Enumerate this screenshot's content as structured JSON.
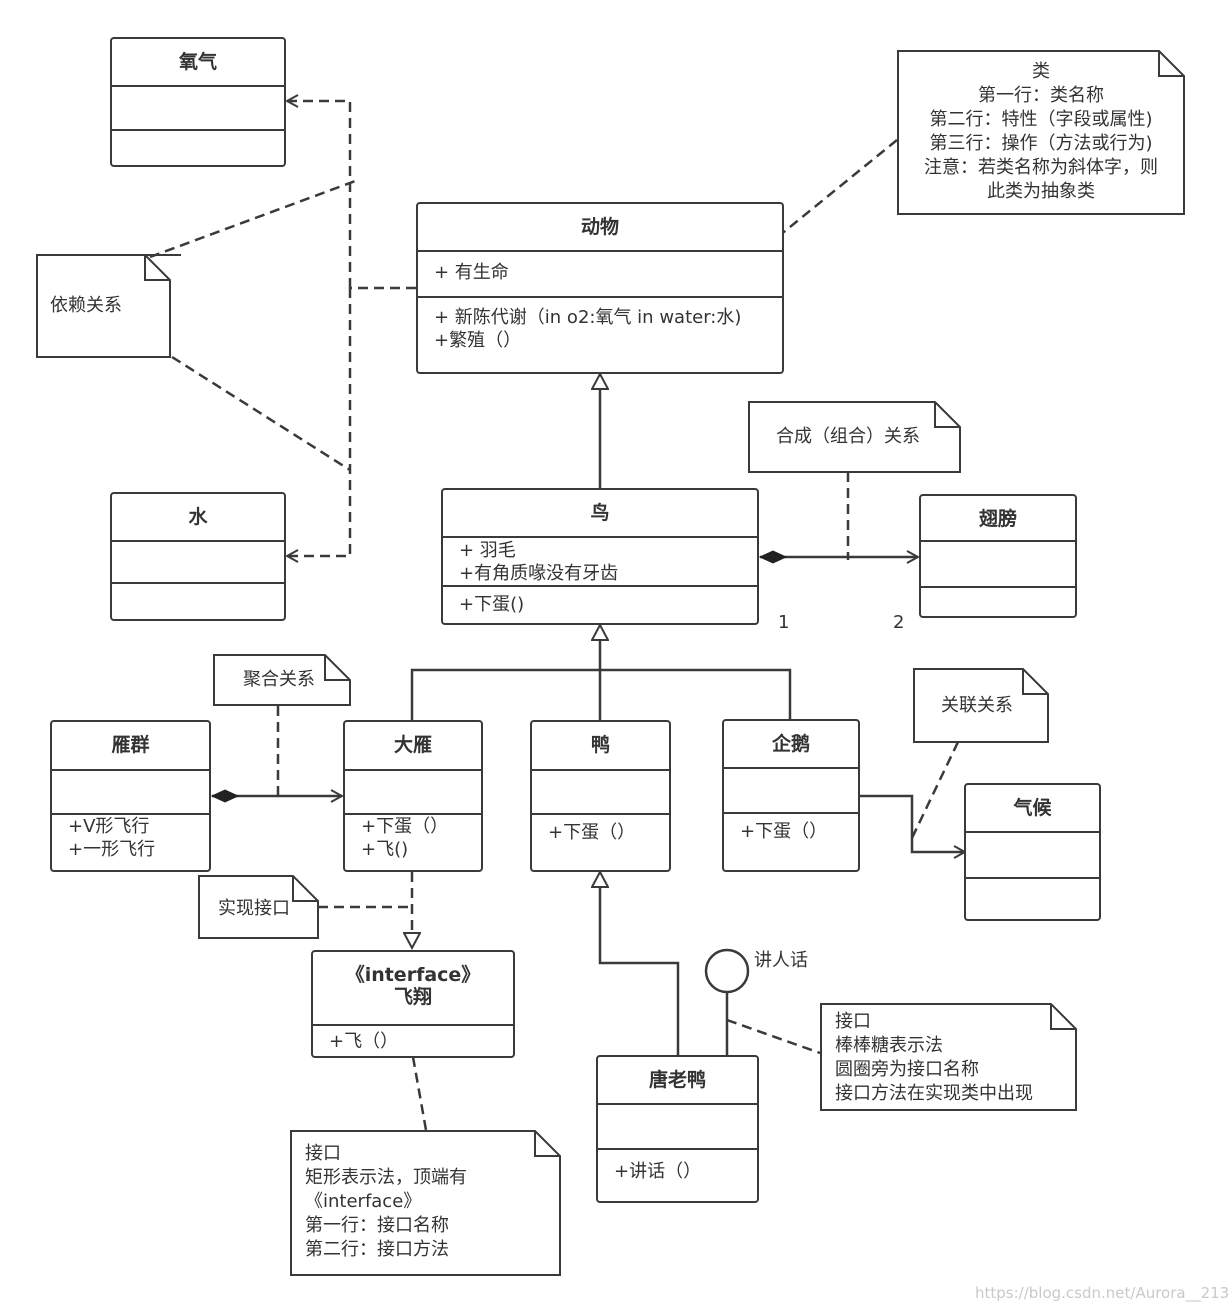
{
  "classes": {
    "oxygen": {
      "name": "氧气"
    },
    "water": {
      "name": "水"
    },
    "animal": {
      "name": "动物",
      "attributes": [
        "+ 有生命"
      ],
      "operations": [
        "+ 新陈代谢（in o2:氧气 in water:水)",
        "+繁殖（）"
      ]
    },
    "bird": {
      "name": "鸟",
      "attributes": [
        "+ 羽毛",
        "+有角质喙没有牙齿"
      ],
      "operations": [
        "+下蛋()"
      ]
    },
    "wing": {
      "name": "翅膀"
    },
    "goose_flock": {
      "name": "雁群",
      "operations": [
        "+V形飞行",
        "+一形飞行"
      ]
    },
    "goose": {
      "name": "大雁",
      "operations": [
        "+下蛋（）",
        "+飞()"
      ]
    },
    "duck": {
      "name": "鸭",
      "operations": [
        "+下蛋（）"
      ]
    },
    "penguin": {
      "name": "企鹅",
      "operations": [
        "+下蛋（）"
      ]
    },
    "climate": {
      "name": "气候"
    },
    "fly_interface": {
      "stereotype": "《interface》",
      "name": "飞翔",
      "operations": [
        "+飞（）"
      ]
    },
    "donald_duck": {
      "name": "唐老鸭",
      "operations": [
        "+讲话（）"
      ]
    }
  },
  "notes": {
    "class_note": [
      "类",
      "第一行：类名称",
      "第二行：特性（字段或属性)",
      "第三行：操作（方法或行为)",
      "注意：若类名称为斜体字，则",
      "此类为抽象类"
    ],
    "dependency": "依赖关系",
    "composition": "合成（组合）关系",
    "aggregation": "聚合关系",
    "association": "关联关系",
    "realization": "实现接口",
    "interface_rect": [
      "接口",
      "矩形表示法，顶端有",
      "《interface》",
      "第一行：接口名称",
      "第二行：接口方法"
    ],
    "interface_lollipop": [
      "接口",
      "棒棒糖表示法",
      "圆圈旁为接口名称",
      "接口方法在实现类中出现"
    ]
  },
  "labels": {
    "multiplicity_bird": "1",
    "multiplicity_wing": "2",
    "lollipop_interface": "讲人话"
  },
  "watermark": "https://blog.csdn.net/Aurora__213"
}
